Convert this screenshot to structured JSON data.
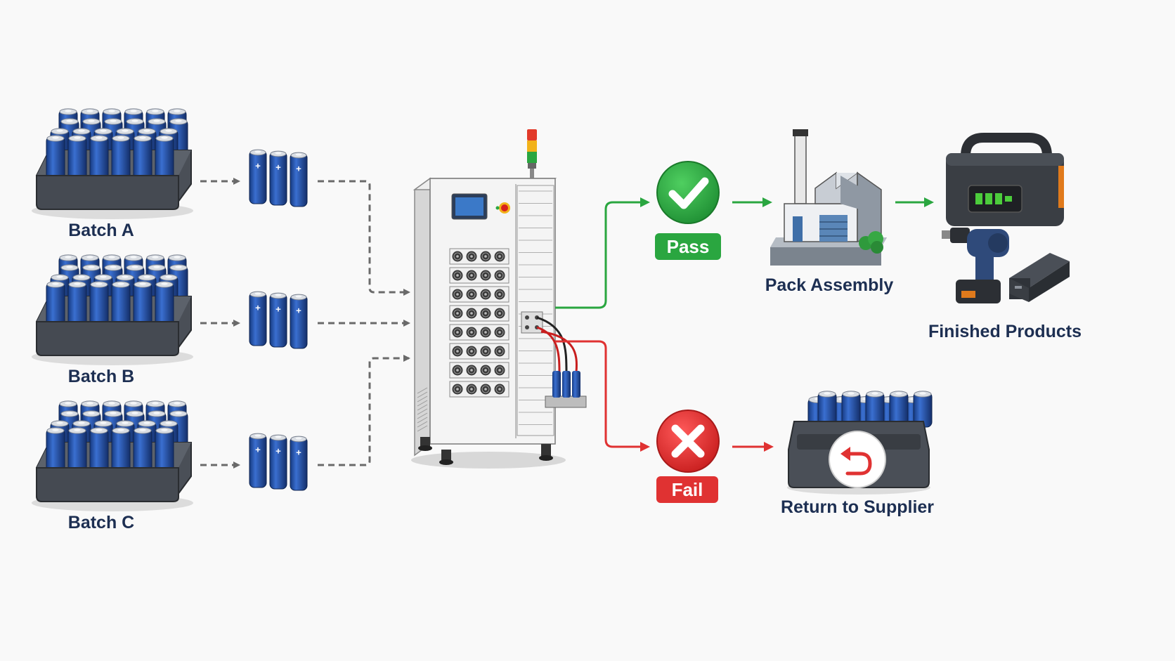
{
  "batches": [
    {
      "label": "Batch A"
    },
    {
      "label": "Batch B"
    },
    {
      "label": "Batch C"
    }
  ],
  "outcomes": {
    "pass": {
      "label": "Pass",
      "color": "#2aa640"
    },
    "fail": {
      "label": "Fail",
      "color": "#e03232"
    }
  },
  "steps": {
    "pack_assembly": "Pack Assembly",
    "finished_products": "Finished Products",
    "return_to_supplier": "Return to Supplier"
  },
  "colors": {
    "battery_blue": "#1f4fa8",
    "tray_gray": "#4a4f57",
    "arrow_gray": "#6a6a6a",
    "text_navy": "#1d2f52"
  },
  "icons": [
    "check-icon",
    "cross-icon",
    "return-arrow-icon",
    "factory-icon",
    "power-station-icon",
    "drill-icon",
    "power-bank-icon",
    "test-cabinet-icon"
  ]
}
